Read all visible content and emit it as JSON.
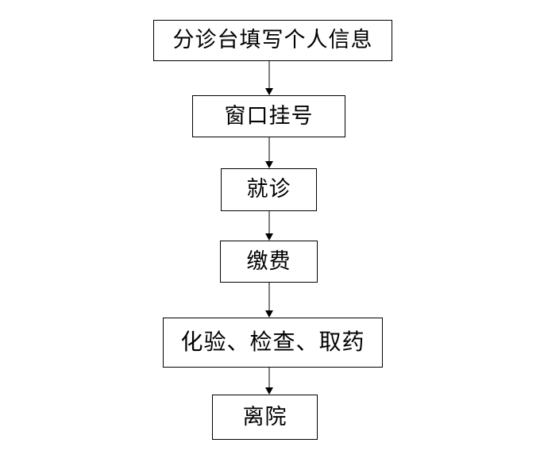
{
  "diagram": {
    "type": "flowchart",
    "orientation": "vertical-top-down",
    "background_color": "#ffffff",
    "line_color": "#000000",
    "text_color": "#000000",
    "nodes": [
      {
        "id": "node-1",
        "label": "分诊台填写个人信息",
        "shape": "rectangle"
      },
      {
        "id": "node-2",
        "label": "窗口挂号",
        "shape": "rectangle"
      },
      {
        "id": "node-3",
        "label": "就诊",
        "shape": "rectangle"
      },
      {
        "id": "node-4",
        "label": "缴费",
        "shape": "rectangle"
      },
      {
        "id": "node-5",
        "label": "化验、检查、取药",
        "shape": "rectangle"
      },
      {
        "id": "node-6",
        "label": "离院",
        "shape": "rectangle"
      }
    ],
    "connectors": [
      {
        "id": "conn-1",
        "from": "node-1",
        "to": "node-2",
        "style": "solid",
        "arrowhead": "filled-triangle"
      },
      {
        "id": "conn-2",
        "from": "node-2",
        "to": "node-3",
        "style": "solid",
        "arrowhead": "filled-triangle"
      },
      {
        "id": "conn-3",
        "from": "node-3",
        "to": "node-4",
        "style": "solid",
        "arrowhead": "filled-triangle"
      },
      {
        "id": "conn-4",
        "from": "node-4",
        "to": "node-5",
        "style": "solid",
        "arrowhead": "filled-triangle"
      },
      {
        "id": "conn-5",
        "from": "node-5",
        "to": "node-6",
        "style": "solid",
        "arrowhead": "filled-triangle"
      }
    ]
  }
}
